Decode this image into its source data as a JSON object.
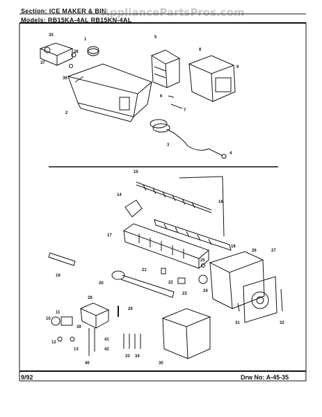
{
  "header": {
    "section_label": "Section:",
    "section_value": "ICE MAKER & BIN",
    "models_label": "Models:",
    "models_value": "RB15KA-4AL  RB15KN-4AL"
  },
  "watermark": "AppliancePartsPros.com",
  "footer": {
    "date": "9/92",
    "drawing_label": "Drw No:",
    "drawing_number": "A-45-35"
  },
  "callouts": [
    "1",
    "2",
    "3",
    "4",
    "5",
    "6",
    "7",
    "8",
    "9",
    "10",
    "11",
    "12",
    "13",
    "14",
    "15",
    "16",
    "17",
    "18",
    "19",
    "20",
    "21",
    "22",
    "23",
    "24",
    "25",
    "26",
    "27",
    "28",
    "29",
    "30",
    "31",
    "32",
    "33",
    "34",
    "35",
    "36",
    "37",
    "38",
    "39",
    "40",
    "41",
    "42"
  ]
}
